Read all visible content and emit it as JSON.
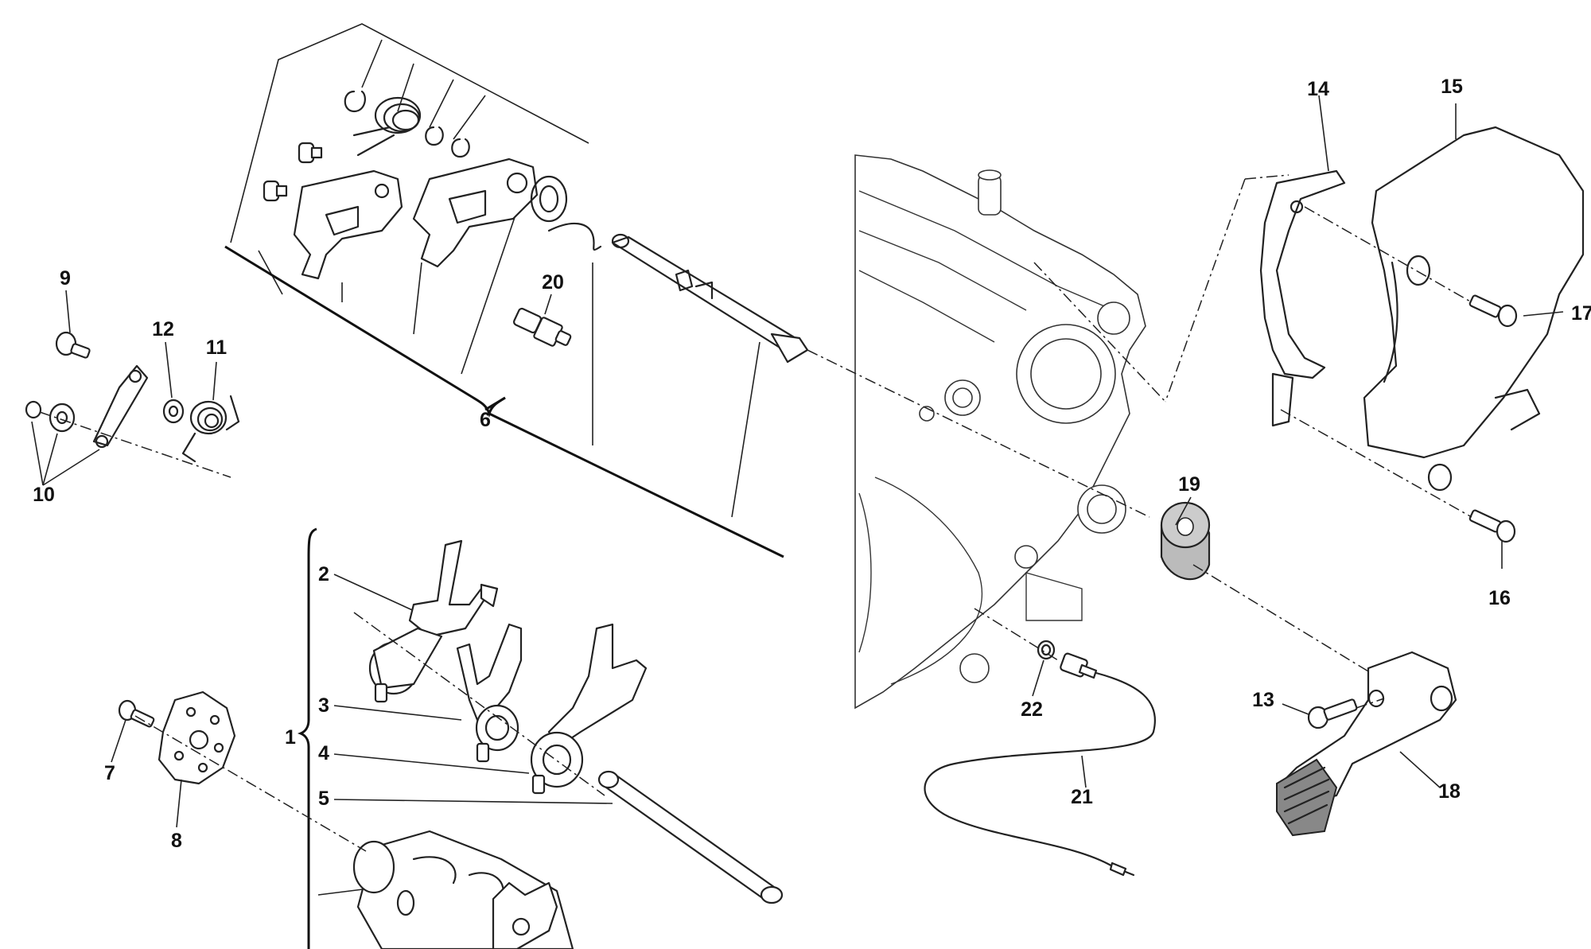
{
  "diagram": {
    "labels": {
      "p1": "1",
      "p2": "2",
      "p3": "3",
      "p4": "4",
      "p5": "5",
      "p6": "6",
      "p7": "7",
      "p8": "8",
      "p9": "9",
      "p10": "10",
      "p11": "11",
      "p12": "12",
      "p13": "13",
      "p14": "14",
      "p15": "15",
      "p16": "16",
      "p17": "17",
      "p18": "18",
      "p19": "19",
      "p20": "20",
      "p21": "21",
      "p22": "22"
    },
    "colors": {
      "line": "#222222",
      "spacer_fill": "#bbbbbb",
      "background": "#ffffff"
    }
  }
}
